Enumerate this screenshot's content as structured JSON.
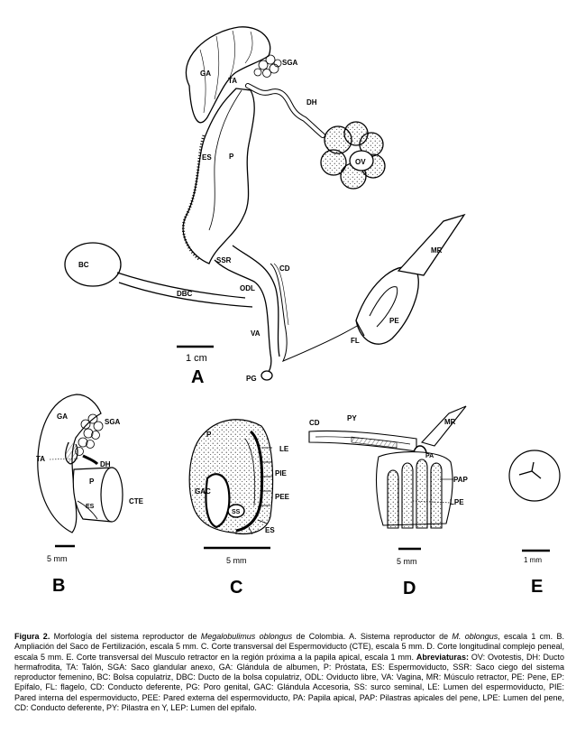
{
  "panel_a": {
    "letter": "A",
    "scale": "1 cm",
    "labels": {
      "ga": "GA",
      "sga": "SGA",
      "ta": "TA",
      "dh": "DH",
      "es": "ES",
      "p": "P",
      "ov": "OV",
      "bc": "BC",
      "ssr": "SSR",
      "cd": "CD",
      "mr": "MR",
      "odl": "ODL",
      "dbc": "DBC",
      "pe": "PE",
      "va": "VA",
      "fl": "FL",
      "pg": "PG"
    }
  },
  "panel_b": {
    "letter": "B",
    "scale": "5 mm",
    "labels": {
      "ga": "GA",
      "sga": "SGA",
      "ta": "TA",
      "dh": "DH",
      "p": "P",
      "cte": "CTE",
      "es": "ES"
    }
  },
  "panel_c": {
    "letter": "C",
    "scale": "5 mm",
    "labels": {
      "p": "P",
      "le": "LE",
      "pie": "PIE",
      "gac": "GAC",
      "pee": "PEE",
      "ss": "SS",
      "es": "ES"
    }
  },
  "panel_d": {
    "letter": "D",
    "scale": "5 mm",
    "labels": {
      "cd": "CD",
      "py": "PY",
      "mr": "MR",
      "pa": "PA",
      "pap": "PAP",
      "lpe": "LPE"
    }
  },
  "panel_e": {
    "letter": "E",
    "scale": "1 mm"
  },
  "caption": {
    "fig_label": "Figura 2.",
    "t1": " Morfología del sistema reproductor de ",
    "species1": "Megalobulimus oblongus",
    "t2": " de Colombia. A. Sistema reproductor de ",
    "species2": "M. oblongus",
    "t3": ", escala 1 cm. B. Ampliación del Saco de Fertilización, escala 5 mm. C. Corte transversal del Espermoviducto (CTE), escala 5 mm. D. Corte longitudinal complejo peneal, escala 5 mm. E. Corte transversal del Musculo retractor en la región próxima a la papila apical, escala 1 mm. ",
    "abbr_label": "Abreviaturas:",
    "t4": " OV: Ovotestis, DH: Ducto hermafrodita, TA: Talón, SGA: Saco glandular anexo, GA: Glándula de albumen, P: Próstata, ES: Espermoviducto, SSR: Saco ciego del sistema reproductor femenino, BC: Bolsa copulatriz, DBC: Ducto de la bolsa copulatriz, ODL: Oviducto libre, VA: Vagina, MR: Músculo retractor, PE: Pene, EP: Epífalo, FL: flagelo, CD: Conducto deferente, PG: Poro genital, GAC: Glándula Accesoria, SS: surco seminal, LE: Lumen del espermoviducto, PIE: Pared interna del espermoviducto, PEE: Pared externa del espermoviducto, PA: Papila apical, PAP: Pilastras apicales del pene, LPE: Lumen del pene, CD: Conducto deferente, PY: Pilastra en Y, LEP: Lumen del epifalo."
  }
}
